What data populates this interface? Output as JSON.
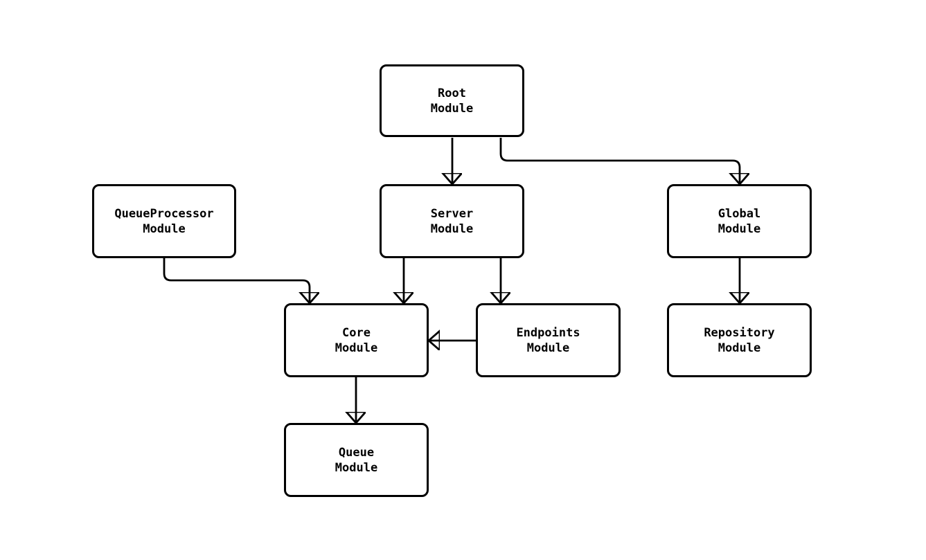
{
  "diagram": {
    "type": "flowchart",
    "background_color": "#ffffff",
    "stroke_color": "#000000",
    "text_color": "#000000",
    "nodes": [
      {
        "id": "root",
        "line1": "Root",
        "line2": "Module"
      },
      {
        "id": "queueprocessor",
        "line1": "QueueProcessor",
        "line2": "Module"
      },
      {
        "id": "server",
        "line1": "Server",
        "line2": "Module"
      },
      {
        "id": "global",
        "line1": "Global",
        "line2": "Module"
      },
      {
        "id": "core",
        "line1": "Core",
        "line2": "Module"
      },
      {
        "id": "endpoints",
        "line1": "Endpoints",
        "line2": "Module"
      },
      {
        "id": "repository",
        "line1": "Repository",
        "line2": "Module"
      },
      {
        "id": "queue",
        "line1": "Queue",
        "line2": "Module"
      }
    ],
    "edges": [
      {
        "from": "root",
        "to": "server"
      },
      {
        "from": "root",
        "to": "global"
      },
      {
        "from": "queueprocessor",
        "to": "core"
      },
      {
        "from": "server",
        "to": "core"
      },
      {
        "from": "server",
        "to": "endpoints"
      },
      {
        "from": "endpoints",
        "to": "core"
      },
      {
        "from": "global",
        "to": "repository"
      },
      {
        "from": "core",
        "to": "queue"
      }
    ]
  }
}
